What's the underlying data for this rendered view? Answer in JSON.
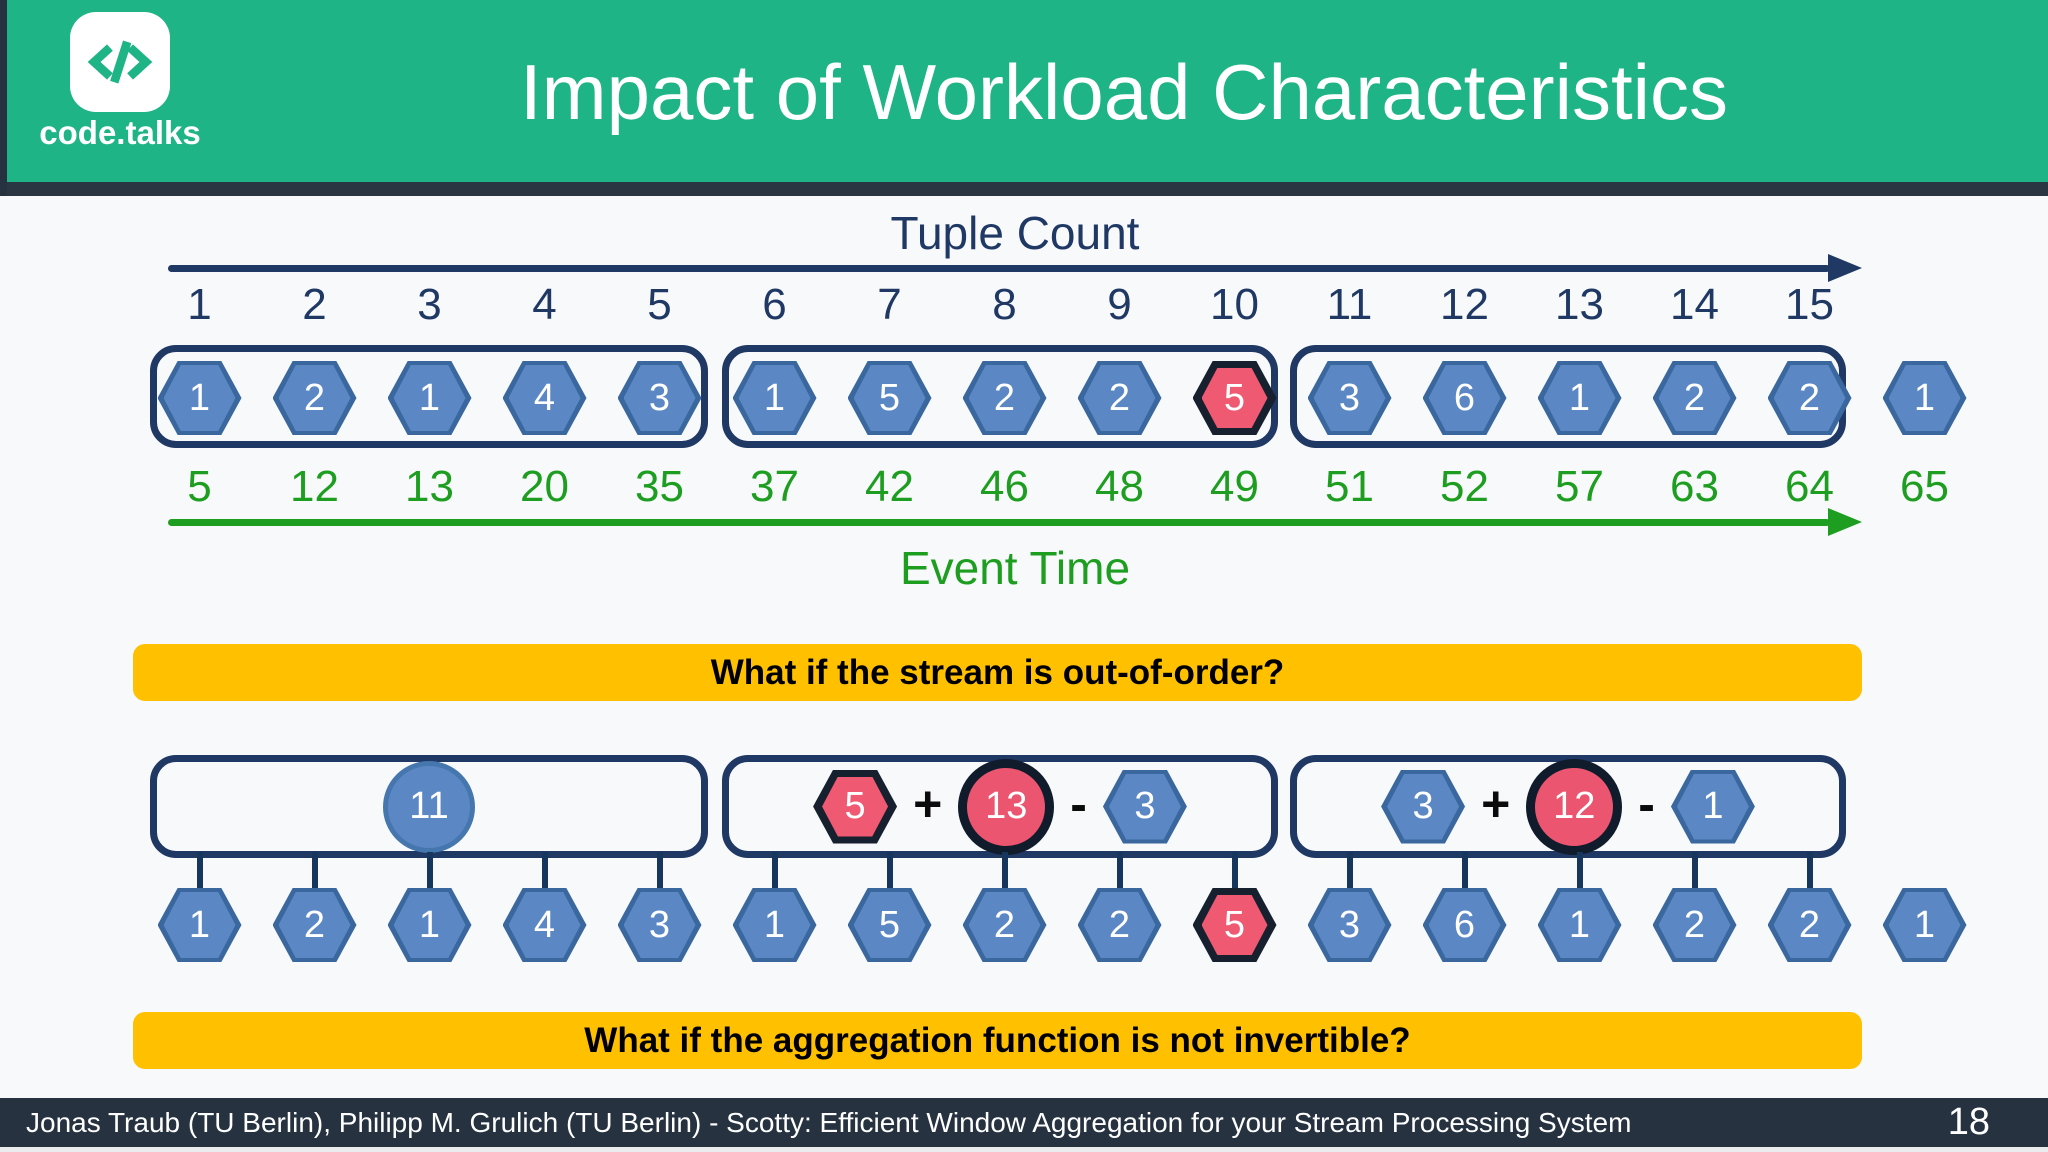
{
  "header": {
    "logo_text": "code.talks",
    "title": "Impact of Workload Characteristics"
  },
  "axes": {
    "tuple": {
      "label": "Tuple Count",
      "ticks": [
        "1",
        "2",
        "3",
        "4",
        "5",
        "6",
        "7",
        "8",
        "9",
        "10",
        "11",
        "12",
        "13",
        "14",
        "15"
      ]
    },
    "event": {
      "label": "Event Time",
      "ticks": [
        "5",
        "12",
        "13",
        "20",
        "35",
        "37",
        "42",
        "46",
        "48",
        "49",
        "51",
        "52",
        "57",
        "63",
        "64",
        "65"
      ]
    }
  },
  "stream": {
    "values": [
      "1",
      "2",
      "1",
      "4",
      "3",
      "1",
      "5",
      "2",
      "2",
      "5",
      "3",
      "6",
      "1",
      "2",
      "2",
      "1"
    ],
    "out_of_order_index": 9
  },
  "windows": {
    "w1": {
      "aggregate": "11"
    },
    "w2": {
      "inserted": "5",
      "op_add": "+",
      "aggregate": "13",
      "op_subtract": "-",
      "evicted": "3"
    },
    "w3": {
      "inserted": "3",
      "op_add": "+",
      "aggregate": "12",
      "op_subtract": "-",
      "evicted": "1"
    }
  },
  "banners": {
    "out_of_order": "What if the stream is out-of-order?",
    "not_invertible": "What if the aggregation function is not invertible?"
  },
  "footer": {
    "credits": "Jonas Traub (TU Berlin), Philipp M. Grulich (TU Berlin) - Scotty: Efficient Window Aggregation for your Stream Processing System",
    "page": "18"
  },
  "colors": {
    "header_teal": "#1FB486",
    "navy": "#1F3864",
    "event_green": "#1E9E20",
    "banner_yellow": "#FFC000",
    "hex_blue": "#5B88C4",
    "hex_blue_border": "#3A679E",
    "highlight_red": "#EF5971",
    "highlight_border": "#16202E",
    "footer_bg": "#263240"
  }
}
